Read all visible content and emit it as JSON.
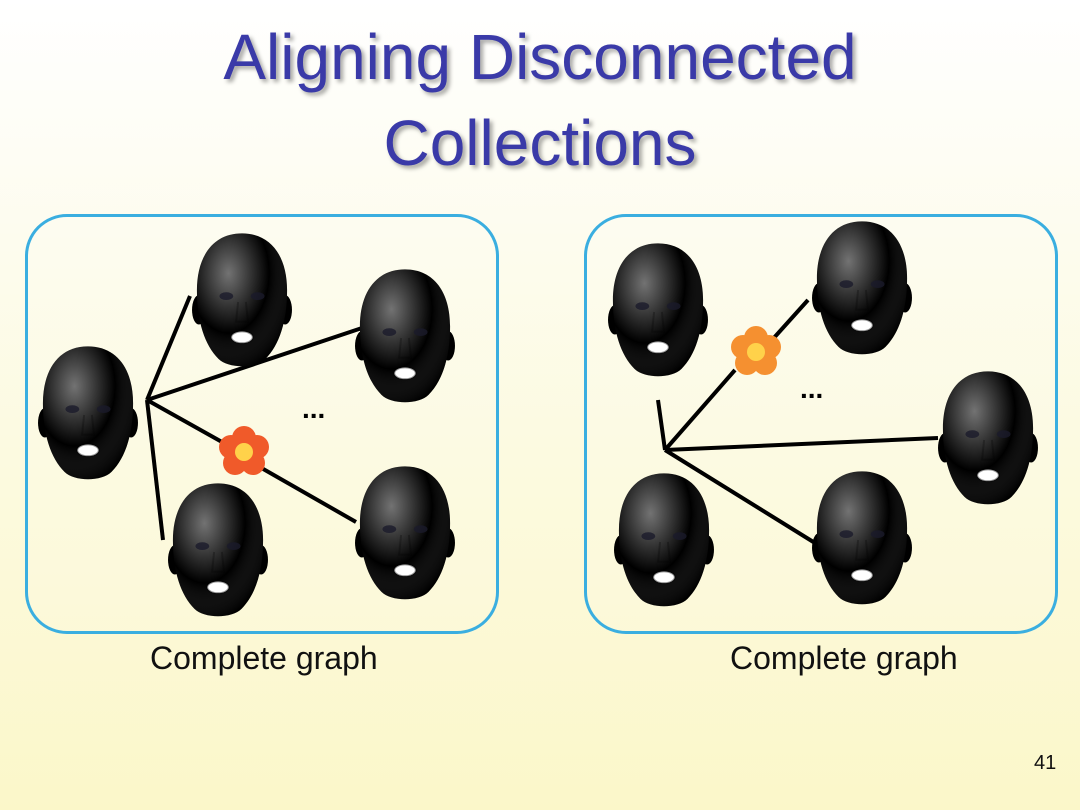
{
  "slide": {
    "title_line1": "Aligning Disconnected",
    "title_line2": "Collections",
    "page_number": "41"
  },
  "left_panel": {
    "caption": "Complete graph",
    "ellipsis": "...",
    "colors": {
      "hub": "#3b66d8",
      "top": "#6a9ad4",
      "right_top": "#d8c796",
      "right_bottom": "#a4a8b8",
      "bottom": "#c27a64",
      "flower": "#f05a2a"
    }
  },
  "right_panel": {
    "caption": "Complete graph",
    "ellipsis": "...",
    "colors": {
      "top_left": "#d7826a",
      "top_right": "#d8c89a",
      "right": "#a8acbc",
      "bottom_left": "#74a6d6",
      "bottom_right": "#3d66d8",
      "flower": "#f59030"
    }
  },
  "colors": {
    "title": "#3a3aa8",
    "panel_border": "#3aaee0",
    "edge": "#000000"
  }
}
